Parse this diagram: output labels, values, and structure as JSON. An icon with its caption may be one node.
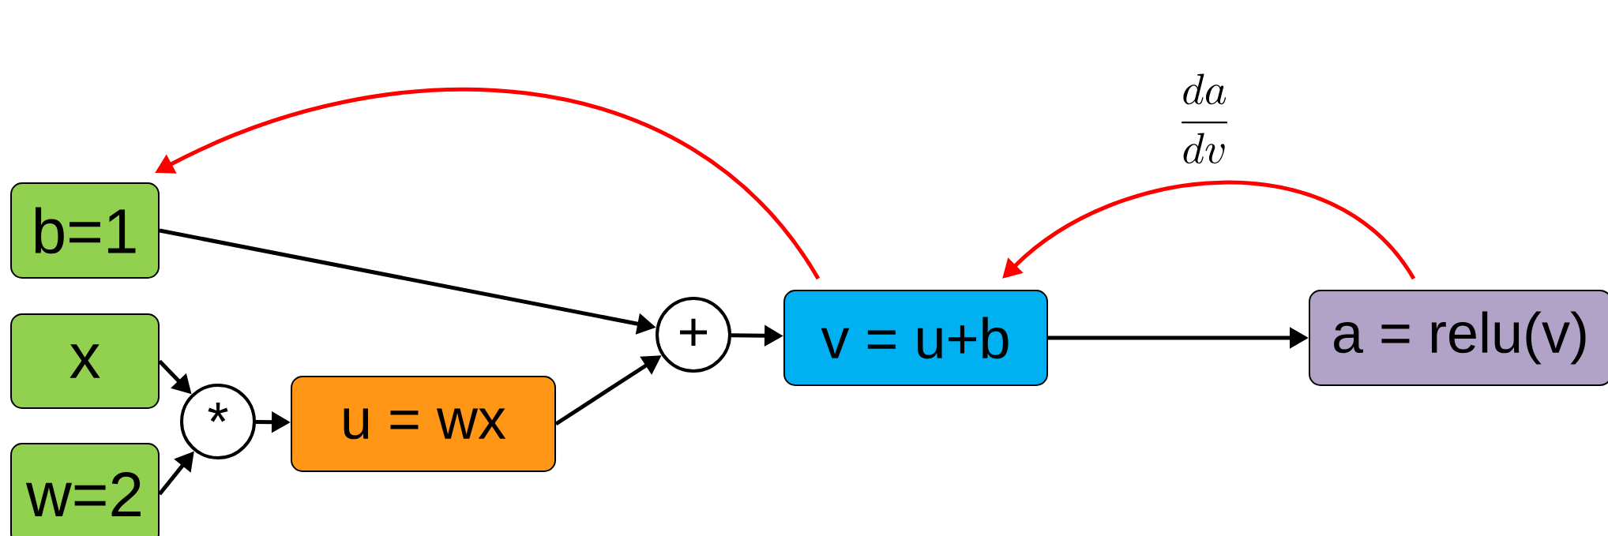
{
  "diagram": {
    "nodes": [
      {
        "text": [
          "b=1"
        ]
      },
      {
        "text": [
          "x"
        ]
      },
      {
        "text": [
          "w=2"
        ]
      },
      {
        "text": [
          "*"
        ]
      },
      {
        "text": [
          "u = wx"
        ]
      },
      {
        "text": [
          "+"
        ]
      },
      {
        "text": [
          "v = u+b"
        ]
      },
      {
        "text": [
          "a = relu(v)"
        ]
      }
    ],
    "edges": [
      {
        "from": 0,
        "to": 5,
        "arrow": "to"
      },
      {
        "from": 1,
        "to": 3,
        "arrow": "to"
      },
      {
        "from": 2,
        "to": 3,
        "arrow": "to"
      },
      {
        "from": 3,
        "to": 4,
        "arrow": "to"
      },
      {
        "from": 4,
        "to": 5,
        "arrow": "to"
      },
      {
        "from": 5,
        "to": 6,
        "arrow": "to"
      },
      {
        "from": 6,
        "to": 7,
        "arrow": "to"
      },
      {
        "from": 7,
        "to": 6,
        "arrow": "to",
        "color": "#ff0000",
        "label": "\\frac{da}{dv}"
      },
      {
        "from": 6,
        "to": 0,
        "arrow": "to",
        "color": "#ff0000"
      }
    ]
  }
}
